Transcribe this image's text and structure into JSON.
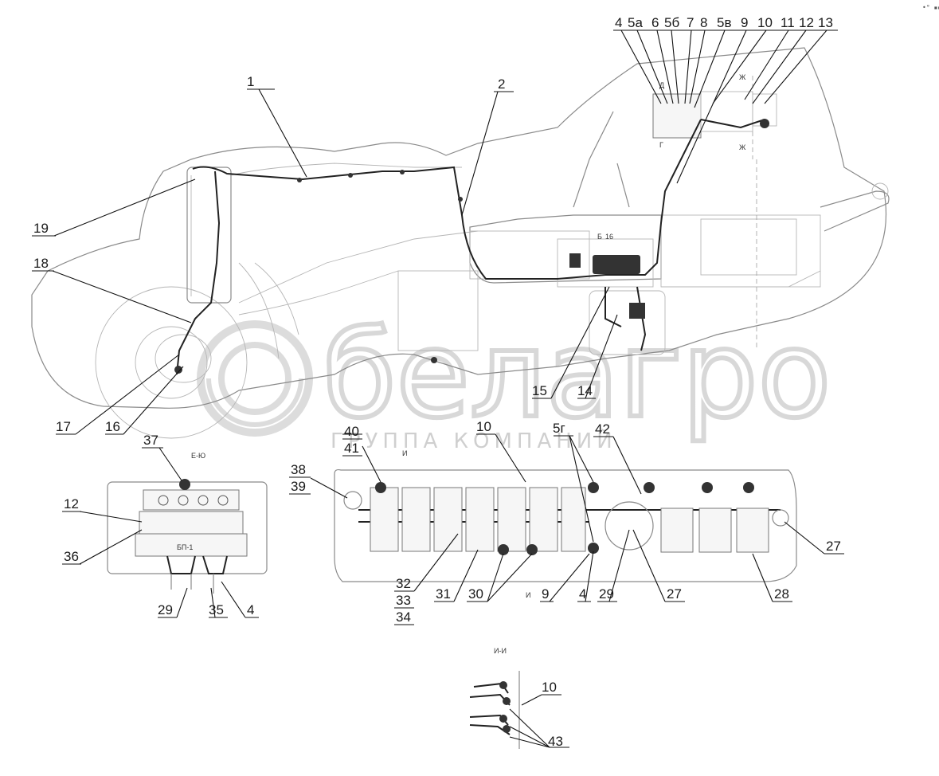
{
  "corner_mark": "•° ▪▪▪",
  "watermark": {
    "brand": "белагро",
    "subtitle": "ГРУППА КОМПАНИЙ"
  },
  "callouts": {
    "c1": "1",
    "c2": "2",
    "c4": "4",
    "c5a": "5а",
    "c6": "6",
    "c5b": "5б",
    "c7": "7",
    "c8": "8",
    "c5v": "5в",
    "c9": "9",
    "c10": "10",
    "c11": "11",
    "c12": "12",
    "c13": "13",
    "c14": "14",
    "c15": "15",
    "c16": "16",
    "c17": "17",
    "c18": "18",
    "c19": "19",
    "c37": "37",
    "c12b": "12",
    "c36": "36",
    "c29b": "29",
    "c35": "35",
    "c4b": "4",
    "c40": "40",
    "c41": "41",
    "c38": "38",
    "c39": "39",
    "c10b": "10",
    "c5g": "5г",
    "c42": "42",
    "c27a": "27",
    "c27b": "27",
    "c28": "28",
    "c29": "29",
    "c4c": "4",
    "c9b": "9",
    "c30": "30",
    "c31": "31",
    "c32": "32",
    "c33": "33",
    "c34": "34",
    "c10c": "10",
    "c43": "43"
  },
  "small_marks": {
    "ii_top": "И",
    "ii_bottom": "И",
    "section_title": "И-И",
    "ee": "Е-Ю",
    "bp1": "БП-1",
    "zh_top": "Ж",
    "zh_bottom": "Ж",
    "g_mark": "Г",
    "d_mark": "Д",
    "b_mark": "Б",
    "n16": "16"
  }
}
